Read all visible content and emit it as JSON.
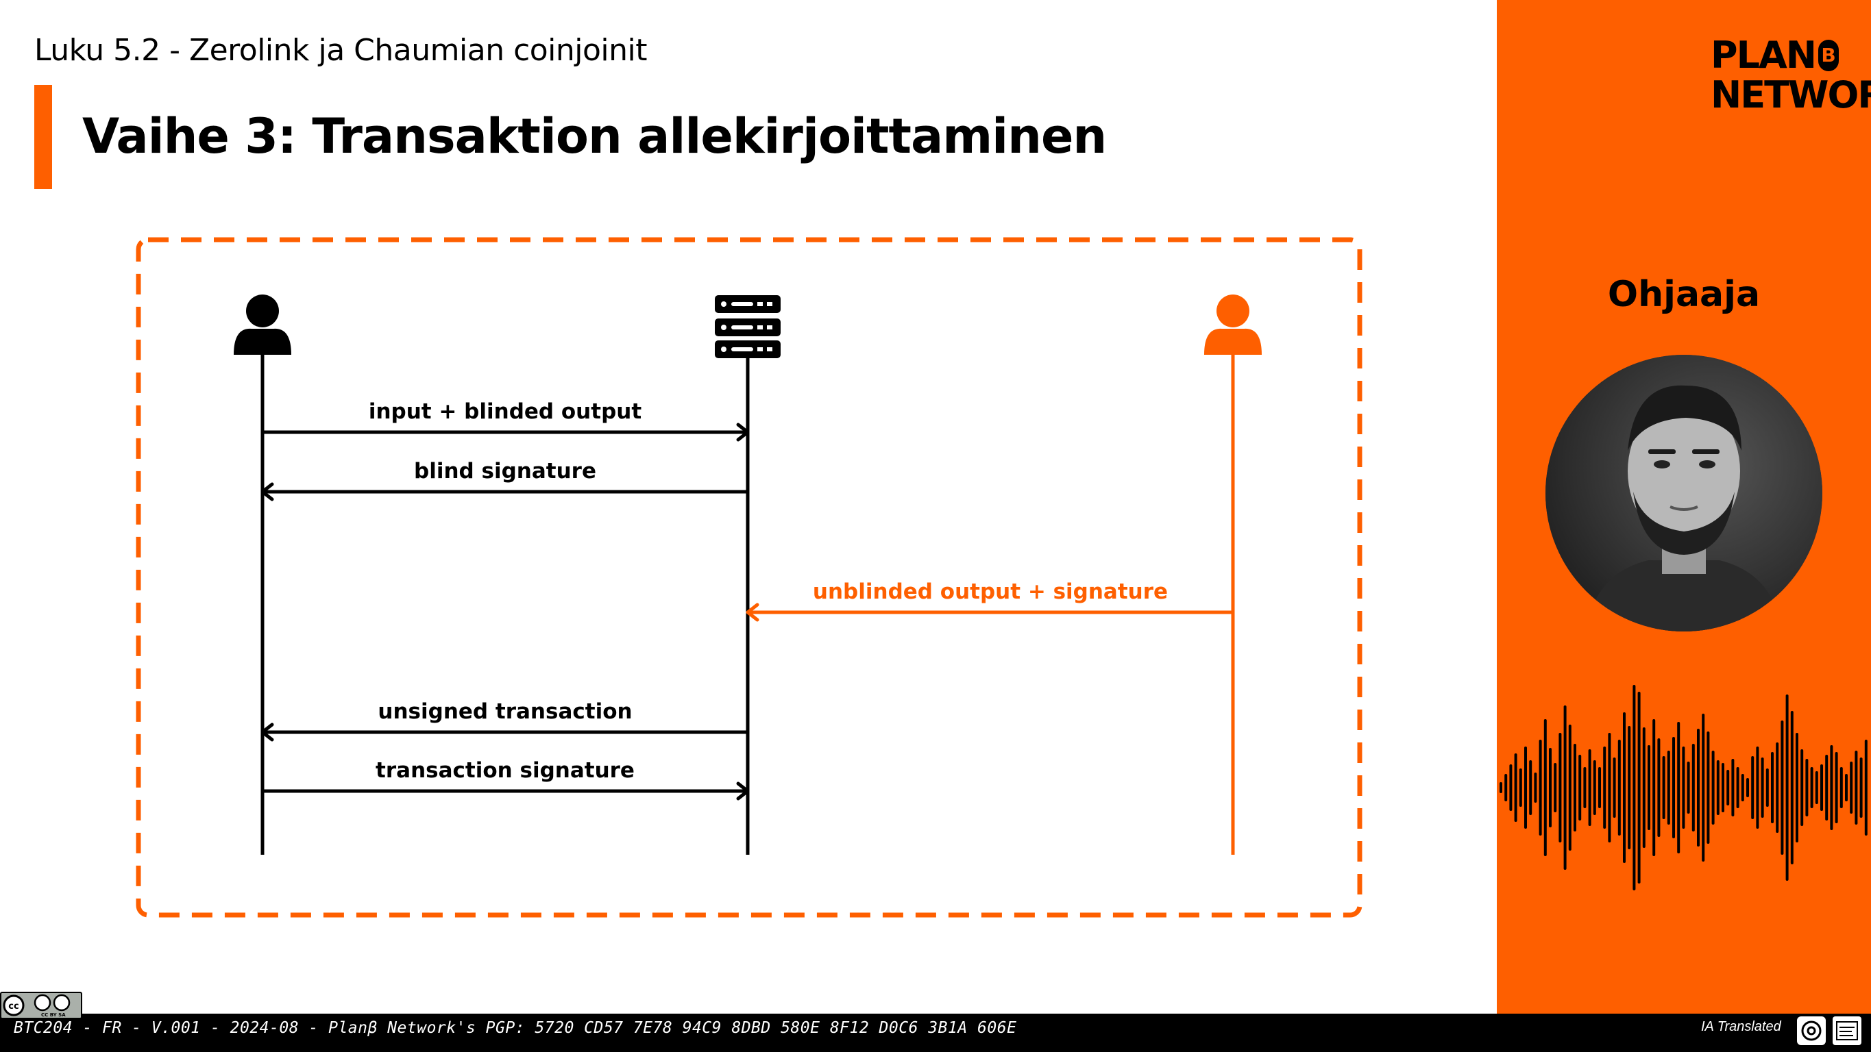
{
  "chapter": {
    "title": "Luku 5.2 - Zerolink ja Chaumian coinjoinit"
  },
  "step": {
    "title": "Vaihe 3: Transaktion allekirjoittaminen"
  },
  "brand": {
    "line1": "PLAN",
    "mark": "B",
    "line2": "NETWORK",
    "accent": "#fe5f00"
  },
  "instructor": {
    "label": "Ohjaaja"
  },
  "diagram": {
    "participants": [
      {
        "id": "user",
        "icon": "user-icon",
        "color": "#000000"
      },
      {
        "id": "server",
        "icon": "server-icon",
        "color": "#000000"
      },
      {
        "id": "other-user",
        "icon": "user-icon",
        "color": "#fe5f00"
      }
    ],
    "messages": [
      {
        "label": "input + blinded output",
        "from": "user",
        "to": "server",
        "color": "#000000"
      },
      {
        "label": "blind signature",
        "from": "server",
        "to": "user",
        "color": "#000000"
      },
      {
        "label": "unblinded output + signature",
        "from": "other-user",
        "to": "server",
        "color": "#fe5f00"
      },
      {
        "label": "unsigned transaction",
        "from": "server",
        "to": "user",
        "color": "#000000"
      },
      {
        "label": "transaction signature",
        "from": "user",
        "to": "server",
        "color": "#000000"
      }
    ]
  },
  "footer": {
    "text": "BTC204 - FR - V.001 - 2024-08 - Planβ Network's PGP: 5720 CD57 7E78 94C9 8DBD 580E 8F12 D0C6 3B1A 606E",
    "license": "CC BY SA",
    "ai_label": "IA Translated"
  }
}
